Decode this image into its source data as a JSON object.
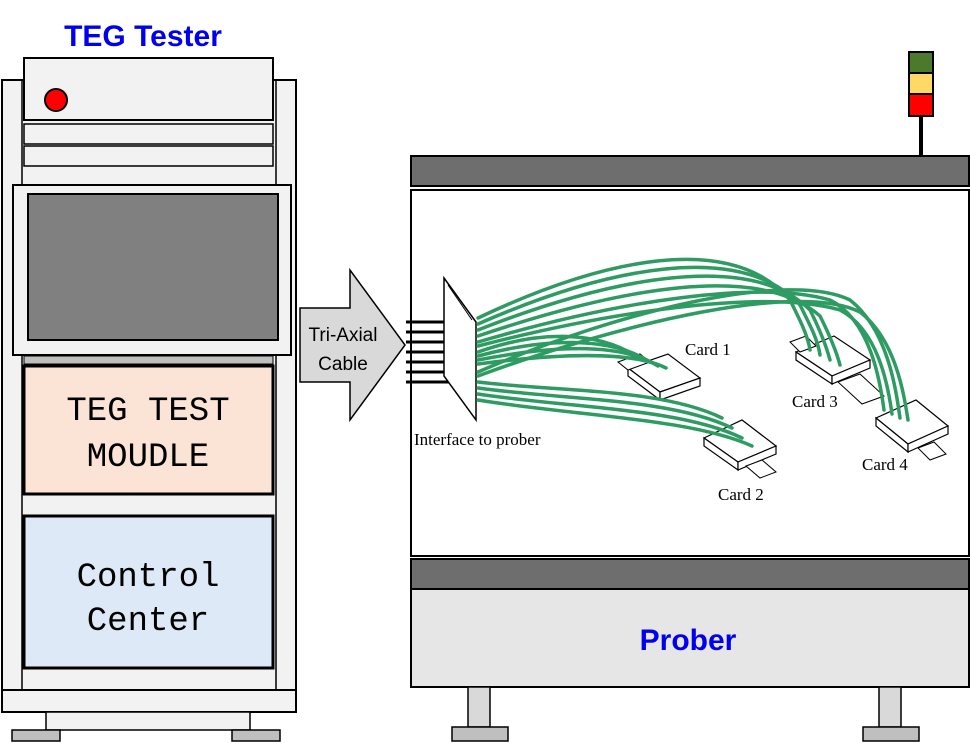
{
  "tester": {
    "title": "TEG Tester",
    "module_line1": "TEG TEST",
    "module_line2": "MOUDLE",
    "control_line1": "Control",
    "control_line2": "Center"
  },
  "cable": {
    "line1": "Tri-Axial",
    "line2": "Cable"
  },
  "prober": {
    "title": "Prober",
    "interface_label": "Interface to prober",
    "cards": [
      "Card 1",
      "Card 2",
      "Card 3",
      "Card 4"
    ]
  },
  "colors": {
    "title_blue": "#0000ee",
    "wire_green": "#2e9b62",
    "module_fill": "#fbe4d5",
    "control_fill": "#dde9f6",
    "screen_fill": "#808080",
    "bar_fill": "#6e6e6e",
    "light_green": "#4a7a2a",
    "light_yellow": "#ffd966",
    "light_red": "#ff0000"
  }
}
